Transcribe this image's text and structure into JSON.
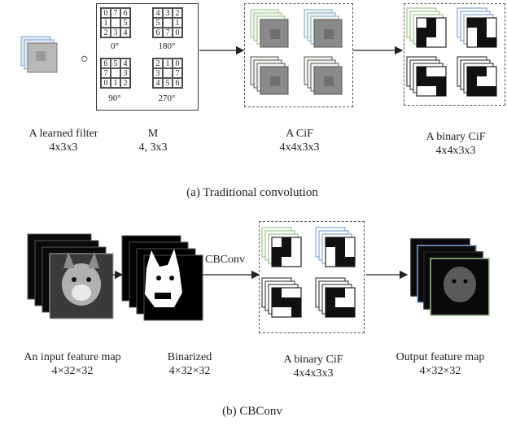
{
  "part_a": {
    "caption": "(a)  Traditional convolution",
    "operator": "○",
    "matrix": {
      "blocks": [
        {
          "cells": [
            "0",
            "7",
            "6",
            "1",
            "",
            "5",
            "2",
            "3",
            "4"
          ],
          "angle": "0°"
        },
        {
          "cells": [
            "4",
            "3",
            "2",
            "5",
            "",
            "1",
            "6",
            "7",
            "0"
          ],
          "angle": "180°"
        },
        {
          "cells": [
            "6",
            "5",
            "4",
            "7",
            "",
            "3",
            "0",
            "1",
            "2"
          ],
          "angle": "90°"
        },
        {
          "cells": [
            "2",
            "1",
            "0",
            "3",
            "",
            "7",
            "4",
            "5",
            "6"
          ],
          "angle": "270°"
        }
      ]
    },
    "labels": {
      "filter": {
        "title": "A learned filter",
        "dims": "4x3x3"
      },
      "m": {
        "title": "M",
        "dims": "4, 3x3"
      },
      "cif": {
        "title": "A CiF",
        "dims": "4x4x3x3"
      },
      "binary_cif": {
        "title": "A binary CiF",
        "dims": "4x4x3x3"
      }
    }
  },
  "part_b": {
    "caption": "(b)  CBConv",
    "arrow_label": "CBConv",
    "labels": {
      "input": {
        "title": "An input feature map",
        "dims": "4×32×32"
      },
      "binarized": {
        "title": "Binarized",
        "dims": "4×32×32"
      },
      "binary_cif": {
        "title": "A binary CiF",
        "dims": "4x4x3x3"
      },
      "output": {
        "title": "Output feature map",
        "dims": "4×32×32"
      }
    }
  },
  "colors": {
    "green_edge": "#9ac48a",
    "blue_edge": "#7fa7d4",
    "filter_gray": "#9a9a9a"
  }
}
